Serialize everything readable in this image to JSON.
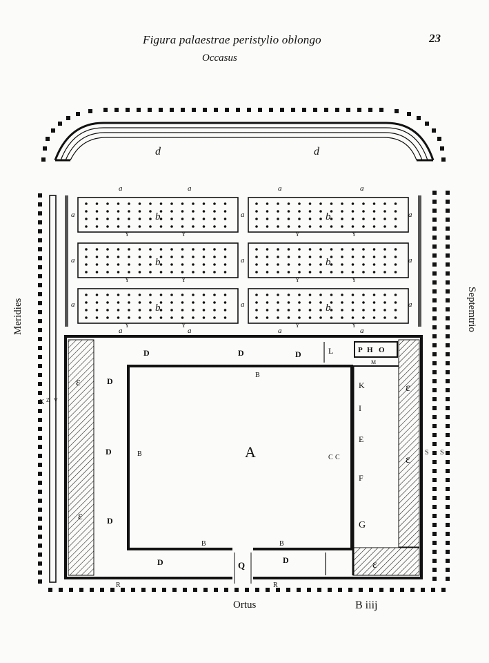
{
  "header": {
    "title": "Figura palaestrae peristylio oblongo",
    "page_number": "23"
  },
  "compass": {
    "top": "Occasus",
    "bottom": "Ortus",
    "left": "Meridies",
    "right": "Septemtrio"
  },
  "signature": "B iiij",
  "labels": {
    "court": "A",
    "portico": "B",
    "colonnade_inner": "C",
    "rooms": "D",
    "exedra": "E",
    "room_F": "F",
    "room_G": "G",
    "room_I": "I",
    "room_K": "K",
    "room_L": "L",
    "room_M": "M",
    "room_H": "H",
    "room_O": "O",
    "room_P": "P",
    "entrance": "Q",
    "walk": "R",
    "stadium": "S",
    "xystus": "X",
    "path_Z": "Z",
    "path_V": "V",
    "plane_walks": "a",
    "groves": "b",
    "seats": "Y",
    "stadium_track": "d",
    "porticus_duplex": "ε"
  }
}
